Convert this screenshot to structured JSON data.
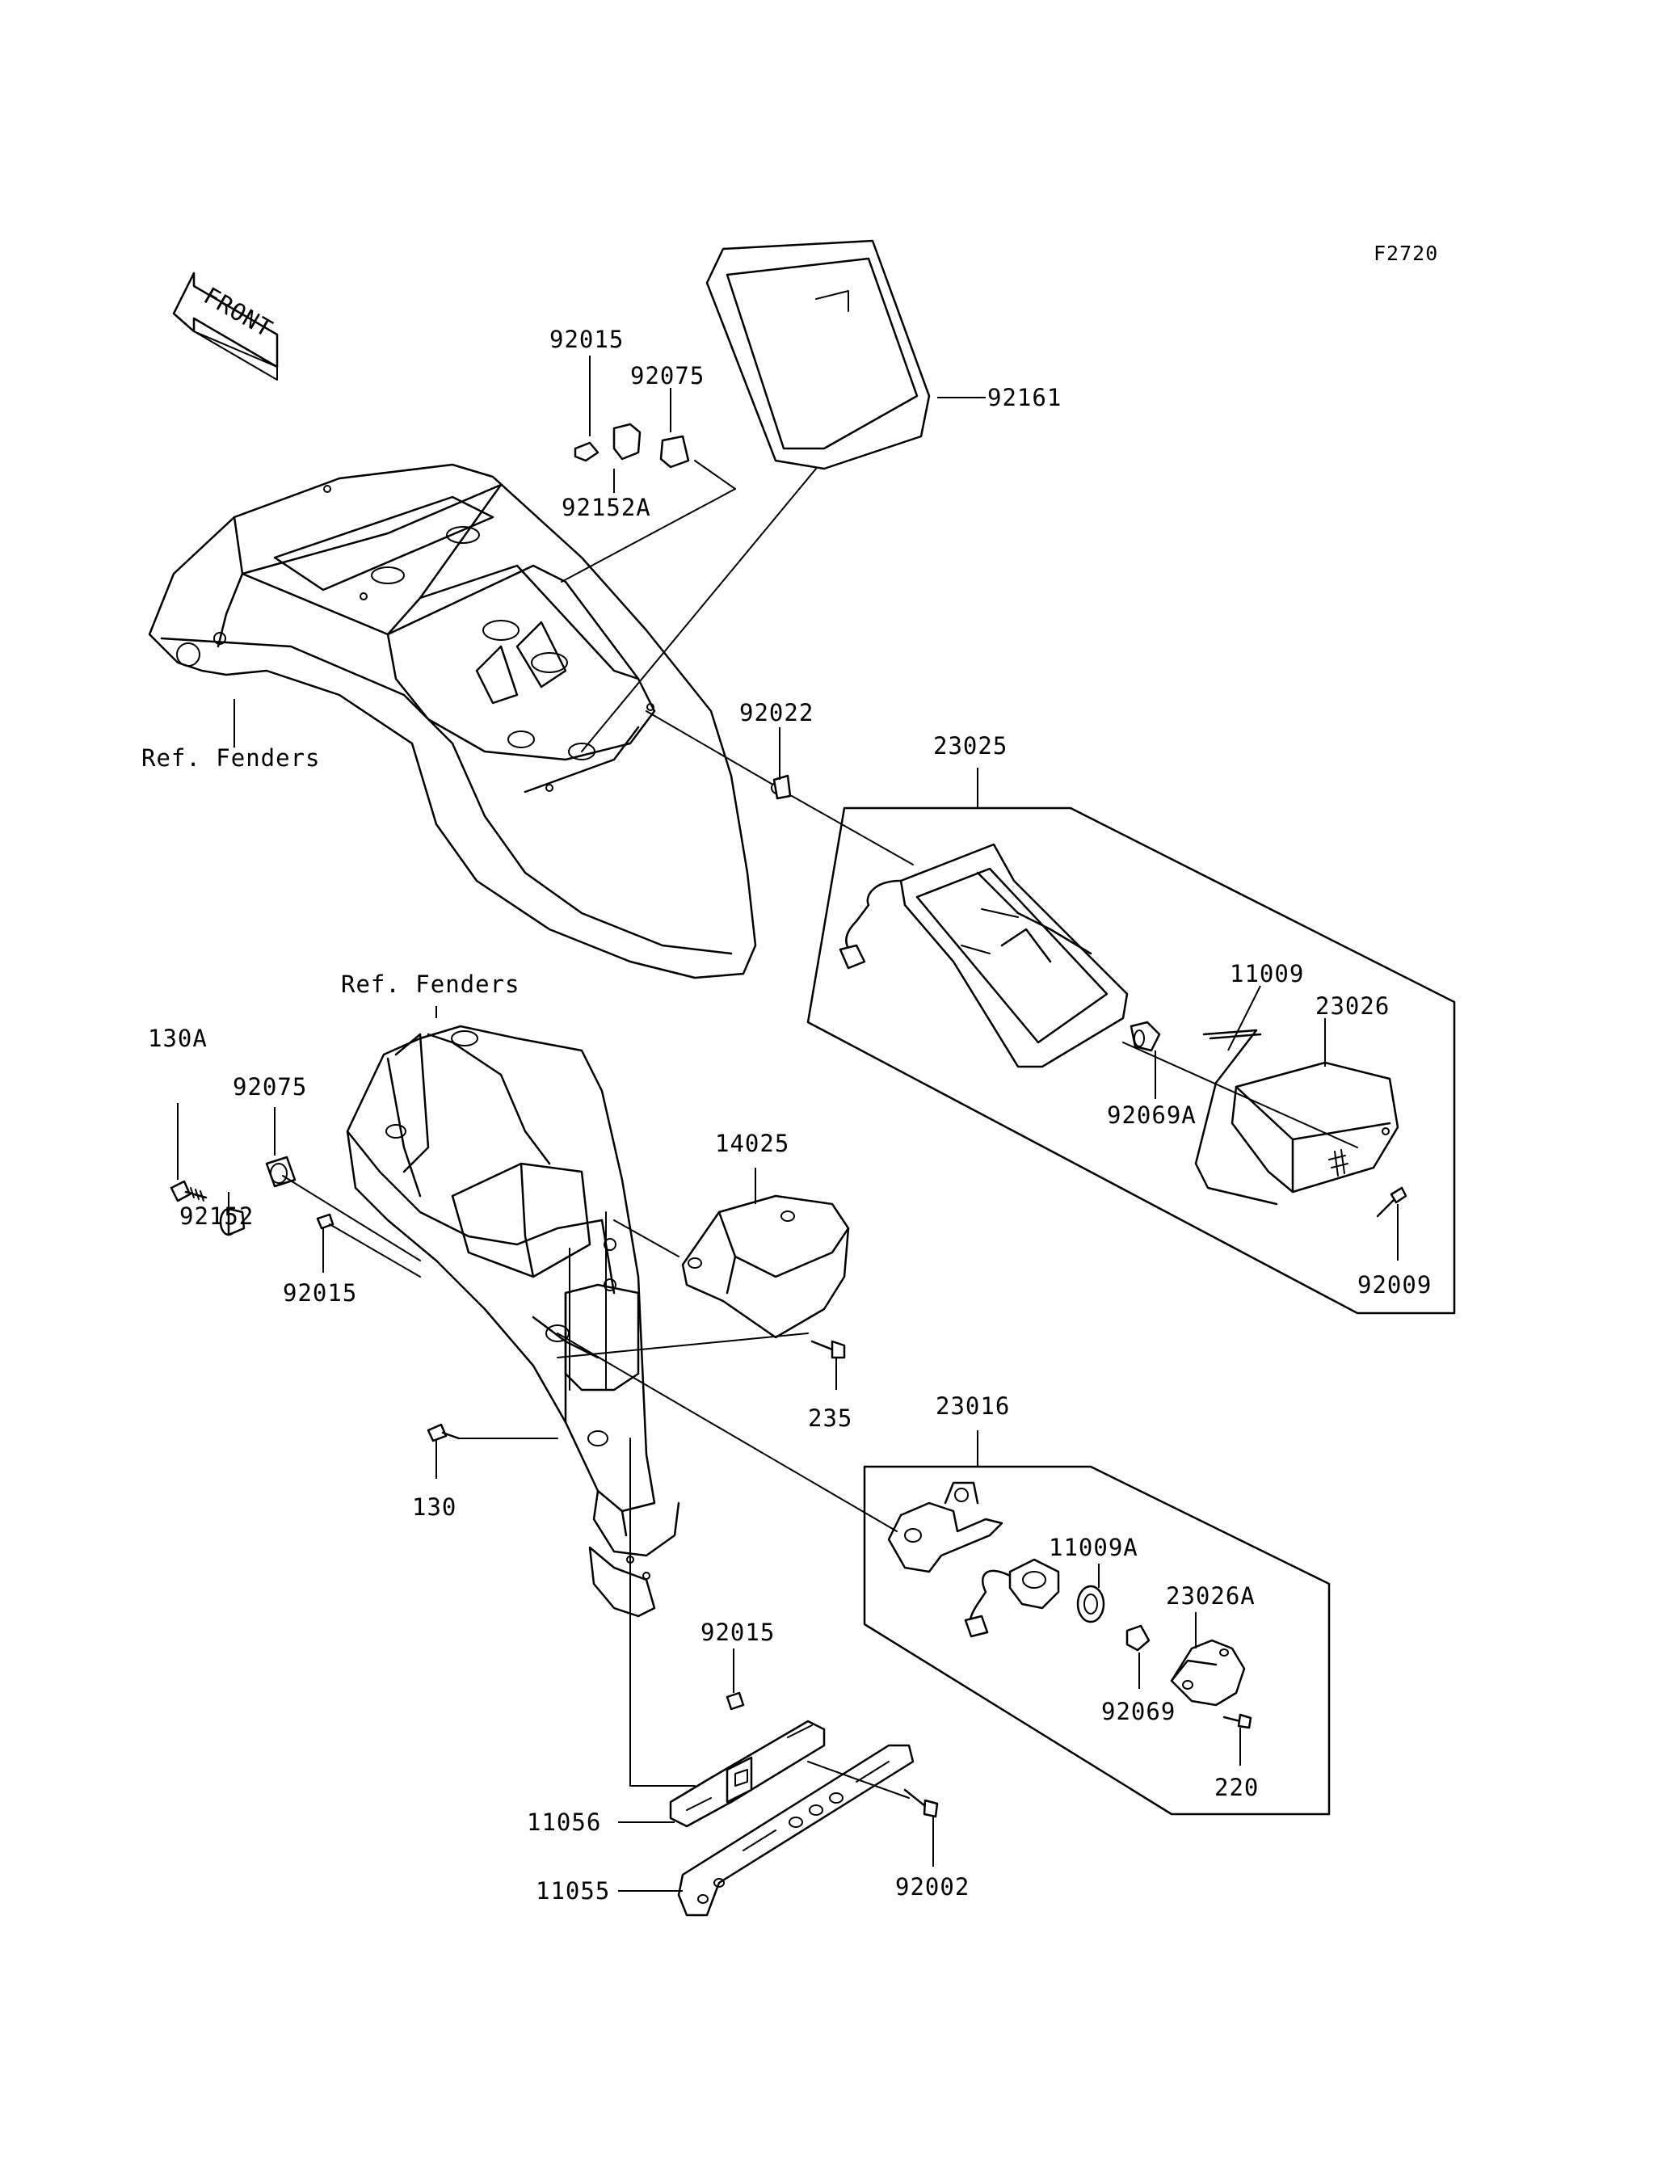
{
  "figure_id": "F2720",
  "front_label": "FRONT",
  "ref_fenders": "Ref. Fenders",
  "parts": {
    "p92015_a": "92015",
    "p92075_a": "92075",
    "p92152A": "92152A",
    "p92161": "92161",
    "p92022": "92022",
    "p23025": "23025",
    "p11009": "11009",
    "p23026": "23026",
    "p92069A": "92069A",
    "p92009": "92009",
    "p130A": "130A",
    "p92075_b": "92075",
    "p92152": "92152",
    "p92015_b": "92015",
    "p14025": "14025",
    "p235": "235",
    "p23016": "23016",
    "p130": "130",
    "p11009A": "11009A",
    "p23026A": "23026A",
    "p92015_c": "92015",
    "p92069": "92069",
    "p220": "220",
    "p11056": "11056",
    "p92002": "92002",
    "p11055": "11055"
  }
}
